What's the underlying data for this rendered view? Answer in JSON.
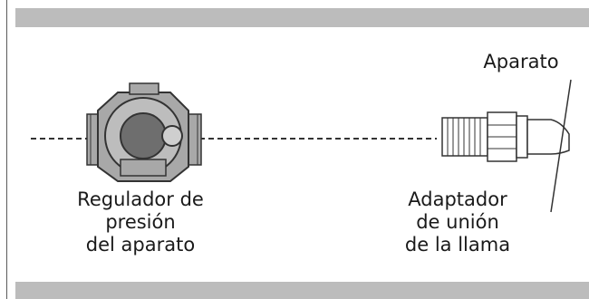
{
  "labels": {
    "appliance": "Aparato",
    "regulator": "Regulador de\npresión\ndel aparato",
    "adapter": "Adaptador\nde unión\nde la llama"
  }
}
